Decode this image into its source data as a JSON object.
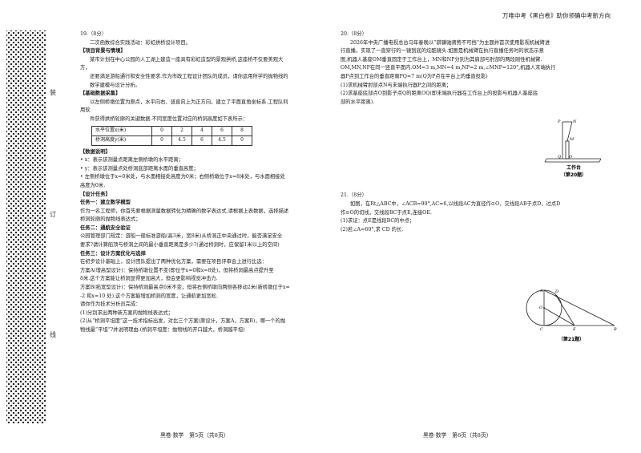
{
  "header": {
    "text": "万唯中考《黑白卷》助你领确中考新方向"
  },
  "binding": {
    "chars": [
      "装",
      "订",
      "线"
    ]
  },
  "left": {
    "lines": [
      "19.（8分）",
      "二次函数综合实践活动：彩虹拱桥设计项目。",
      "【项目背景与情境】",
      "某市计划在中心公园的人工湖上建造一座具有彩虹造型的景观拱桥,这座桥不仅要美观大方，",
      "还要满足游船通行和安全性要求.作为市政工程设计团队的成员，请你运用所学的抛物线的",
      "数学建模与设计分析。",
      "【基础数据采集】",
      "以左侧桥墩位置为原点，水平向右、竖直向上为正方向，建立了平面直角坐标系.工程队利用软",
      "件获得拱桥轮廓的关键数据.不同宽度位置对应的桥洞高度如下表所示："
    ],
    "table": {
      "row1_label": "水平位置x(米)",
      "row1": [
        "0",
        "2",
        "4",
        "6",
        "8"
      ],
      "row2_label": "桥洞高度y(米)",
      "row2": [
        "0",
        "4.5",
        "6",
        "4.5",
        "0"
      ]
    },
    "lines2": [
      "【数据说明】",
      "• x：表示该测量点距离左侧桥墩的水平距离；",
      "• y：表示该测量点处桥洞底部距离水面的垂直高度；",
      "• 左侧桥墩位于x=0米处，与水面相接处高度为0米；右侧桥墩位于x=8米处，与水面相接处",
      "高度为0米.",
      "【设计任务】",
      "任务一：建立数学模型",
      "作为一名工程师，你首先要根据测量数据转化为精确的数学表达式.请根据上表数据，选择描述",
      "桥洞轮廓的抛物线表达式；",
      "任务二：通航安全验证",
      "公园管理部门规定：游船一般标准游船(高3米，宽8米)从桥洞正中央通过时，能否满足安全",
      "要求?请计算船顶与桥洞之间的最小垂直距离是多少?(通过桥洞时，应保留1米以上的空间)",
      "任务三：设计方案优化与选择",
      "在初步设计基础上，设计团队提出了两种优化方案，需要在项目评审会上进行比选：",
      "方案A(增高型设计)：保持桥墩位置不变(即位于x=0和x=8处)，但将桥洞最高点提升至",
      "8米.这个方案能让桥洞显得更加高大，但会更影响视觉冲击力.",
      "方案B(拓宽型设计)：保持桥洞最高点6米不变，但将右侧桥墩向两侧各移动2米(新桥墩位于x=",
      "-2 和x=10 处).这个方案能增加桥洞的宽度，让通航更加宽松.",
      "请你作为技术分析员完成：",
      "(1)分别求出两种新方案的抛物线表达式；",
      "(2)从“桥洞平坦度”这一技术指标出发，对比三个方案(原设计，方案A，方案B)，哪一个的抛",
      "物线最“平坦”?并说明理由.(桥洞平坦度：抛物线的开口越大，桥洞越平坦)"
    ]
  },
  "right": {
    "q20_lines": [
      "20.（8分）",
      "2026年中央广播电视总台马年春晚以“骐骥驰骋势不可挡”为主题并首次使用影视机械臂进",
      "行直播，实现了一直穿行的一镜到底的炫酷镜头.如图是机械臂在执行直播任务时的状态示意",
      "图,机器人基座OM垂直固定于工作台上，MN和NP分别为其肩部与肘部的两段刚性机械臂.",
      "OM,MN,NP在同一竖直平面内.OM=3 m,MN=4 m,NP=2 m,∠MNP=120°,机器人末端执行",
      "器P点到工作台的垂直距离PQ=7 m(Q为P点在平台上的垂直投影)",
      "(1)求机械臂肘部点N与末端执行器P之间的距离；",
      "(2)求基座底部点O到影子点Q的距离OQ(即末端执行器在工作台上的投影与机器人基座底",
      "部的水平距离)."
    ],
    "q20_caption_table": "工作台",
    "q20_caption": "（第20题）",
    "q21_lines": [
      "21.（8分）",
      "如图，在Rt△ABC中，∠ACB=90°,AC=6,以线段AC为直径作⊙O，交线段AB于点D，过点D",
      "作⊙O的切线，交线段BC于点E,连接OE.",
      "(1)求证：点E是线段BC的中点；",
      "(2)若∠A=60°,求 CD 的长."
    ],
    "q21_caption": "（第21题）"
  },
  "fig20_labels": {
    "P": "P",
    "N": "N",
    "M": "M",
    "O": "O",
    "Q": "Q"
  },
  "fig21_labels": {
    "A": "A",
    "O": "O",
    "D": "D",
    "C": "C",
    "E": "E",
    "B": "B"
  },
  "footer_left": "黑卷·数学　第5页（共8页）",
  "footer_right": "黑卷·数学　第6页（共8页）"
}
